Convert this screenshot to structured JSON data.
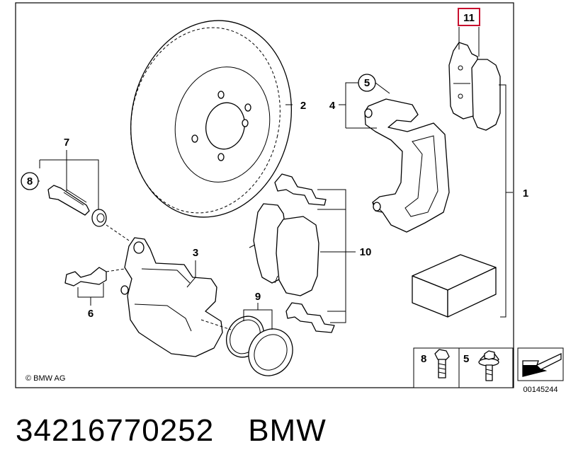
{
  "diagram": {
    "copyright": "© BMW AG",
    "image_id": "00145244",
    "callouts": [
      "1",
      "2",
      "3",
      "4",
      "5",
      "6",
      "7",
      "8",
      "9",
      "10",
      "11"
    ],
    "highlighted_callout": "11",
    "legend": [
      {
        "label": "8",
        "icon": "hex-bolt-icon"
      },
      {
        "label": "5",
        "icon": "flange-bolt-icon"
      }
    ],
    "highlight_color": "#c8102e"
  },
  "caption": {
    "part_number": "34216770252",
    "brand": "BMW"
  }
}
